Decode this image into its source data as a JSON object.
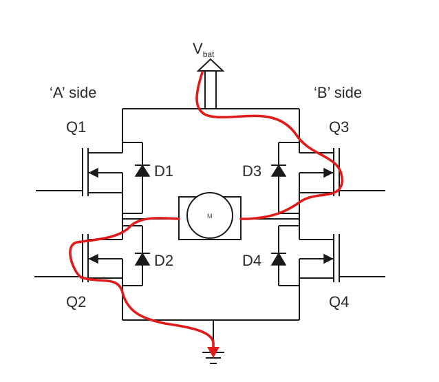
{
  "labels": {
    "side_a": "‘A’ side",
    "side_b": "‘B’ side",
    "vbat_main": "V",
    "vbat_sub": "bat",
    "q1": "Q1",
    "q2": "Q2",
    "q3": "Q3",
    "q4": "Q4",
    "d1": "D1",
    "d2": "D2",
    "d3": "D3",
    "d4": "D4",
    "motor": "M"
  },
  "colors": {
    "wire": "#1a1a1a",
    "current_path": "#e01b1b",
    "motor_fill": "#ffffff"
  }
}
